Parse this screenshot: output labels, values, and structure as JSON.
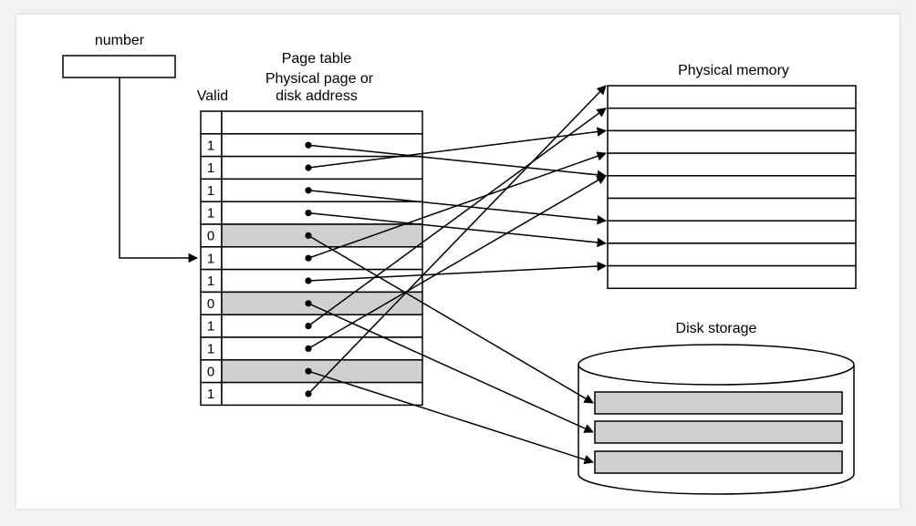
{
  "labels": {
    "number": "number",
    "page_table": "Page table",
    "phys_line1": "Physical page or",
    "phys_line2": "disk address",
    "valid": "Valid",
    "physical_memory": "Physical memory",
    "disk_storage": "Disk storage"
  },
  "page_table": {
    "rows": [
      {
        "valid": "1",
        "target": "mem",
        "index": 4
      },
      {
        "valid": "1",
        "target": "mem",
        "index": 2
      },
      {
        "valid": "1",
        "target": "mem",
        "index": 6
      },
      {
        "valid": "1",
        "target": "mem",
        "index": 7
      },
      {
        "valid": "0",
        "target": "disk",
        "index": 0
      },
      {
        "valid": "1",
        "target": "mem",
        "index": 3
      },
      {
        "valid": "1",
        "target": "mem",
        "index": 8
      },
      {
        "valid": "0",
        "target": "disk",
        "index": 1
      },
      {
        "valid": "1",
        "target": "mem",
        "index": 1
      },
      {
        "valid": "1",
        "target": "mem",
        "index": 4
      },
      {
        "valid": "0",
        "target": "disk",
        "index": 2
      },
      {
        "valid": "1",
        "target": "mem",
        "index": 0
      }
    ],
    "invalid_row_fill": "#d0d0d0"
  },
  "physical_memory": {
    "frame_count": 9
  },
  "disk_storage": {
    "block_count": 3,
    "block_fill": "#d0d0d0"
  },
  "colors": {
    "line": "#000000",
    "background": "#ffffff"
  }
}
